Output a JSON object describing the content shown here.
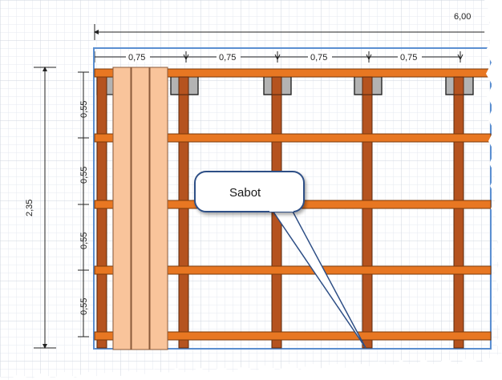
{
  "dimensions": {
    "total_width": "6,00",
    "total_height": "2,35",
    "joist_spacings": [
      "0,75",
      "0,75",
      "0,75",
      "0,75"
    ],
    "row_spacings": [
      "0,55",
      "0,55",
      "0,55",
      "0,55"
    ]
  },
  "callout": {
    "label": "Sabot"
  },
  "colors": {
    "grid": "#dfe4ea",
    "outline": "#5b8fd1",
    "orange_beam": "#e87722",
    "brown_joist": "#b5531f",
    "plank": "#f9c49b",
    "shoe": "#b3b3b3",
    "callout_border": "#2e4f86"
  }
}
